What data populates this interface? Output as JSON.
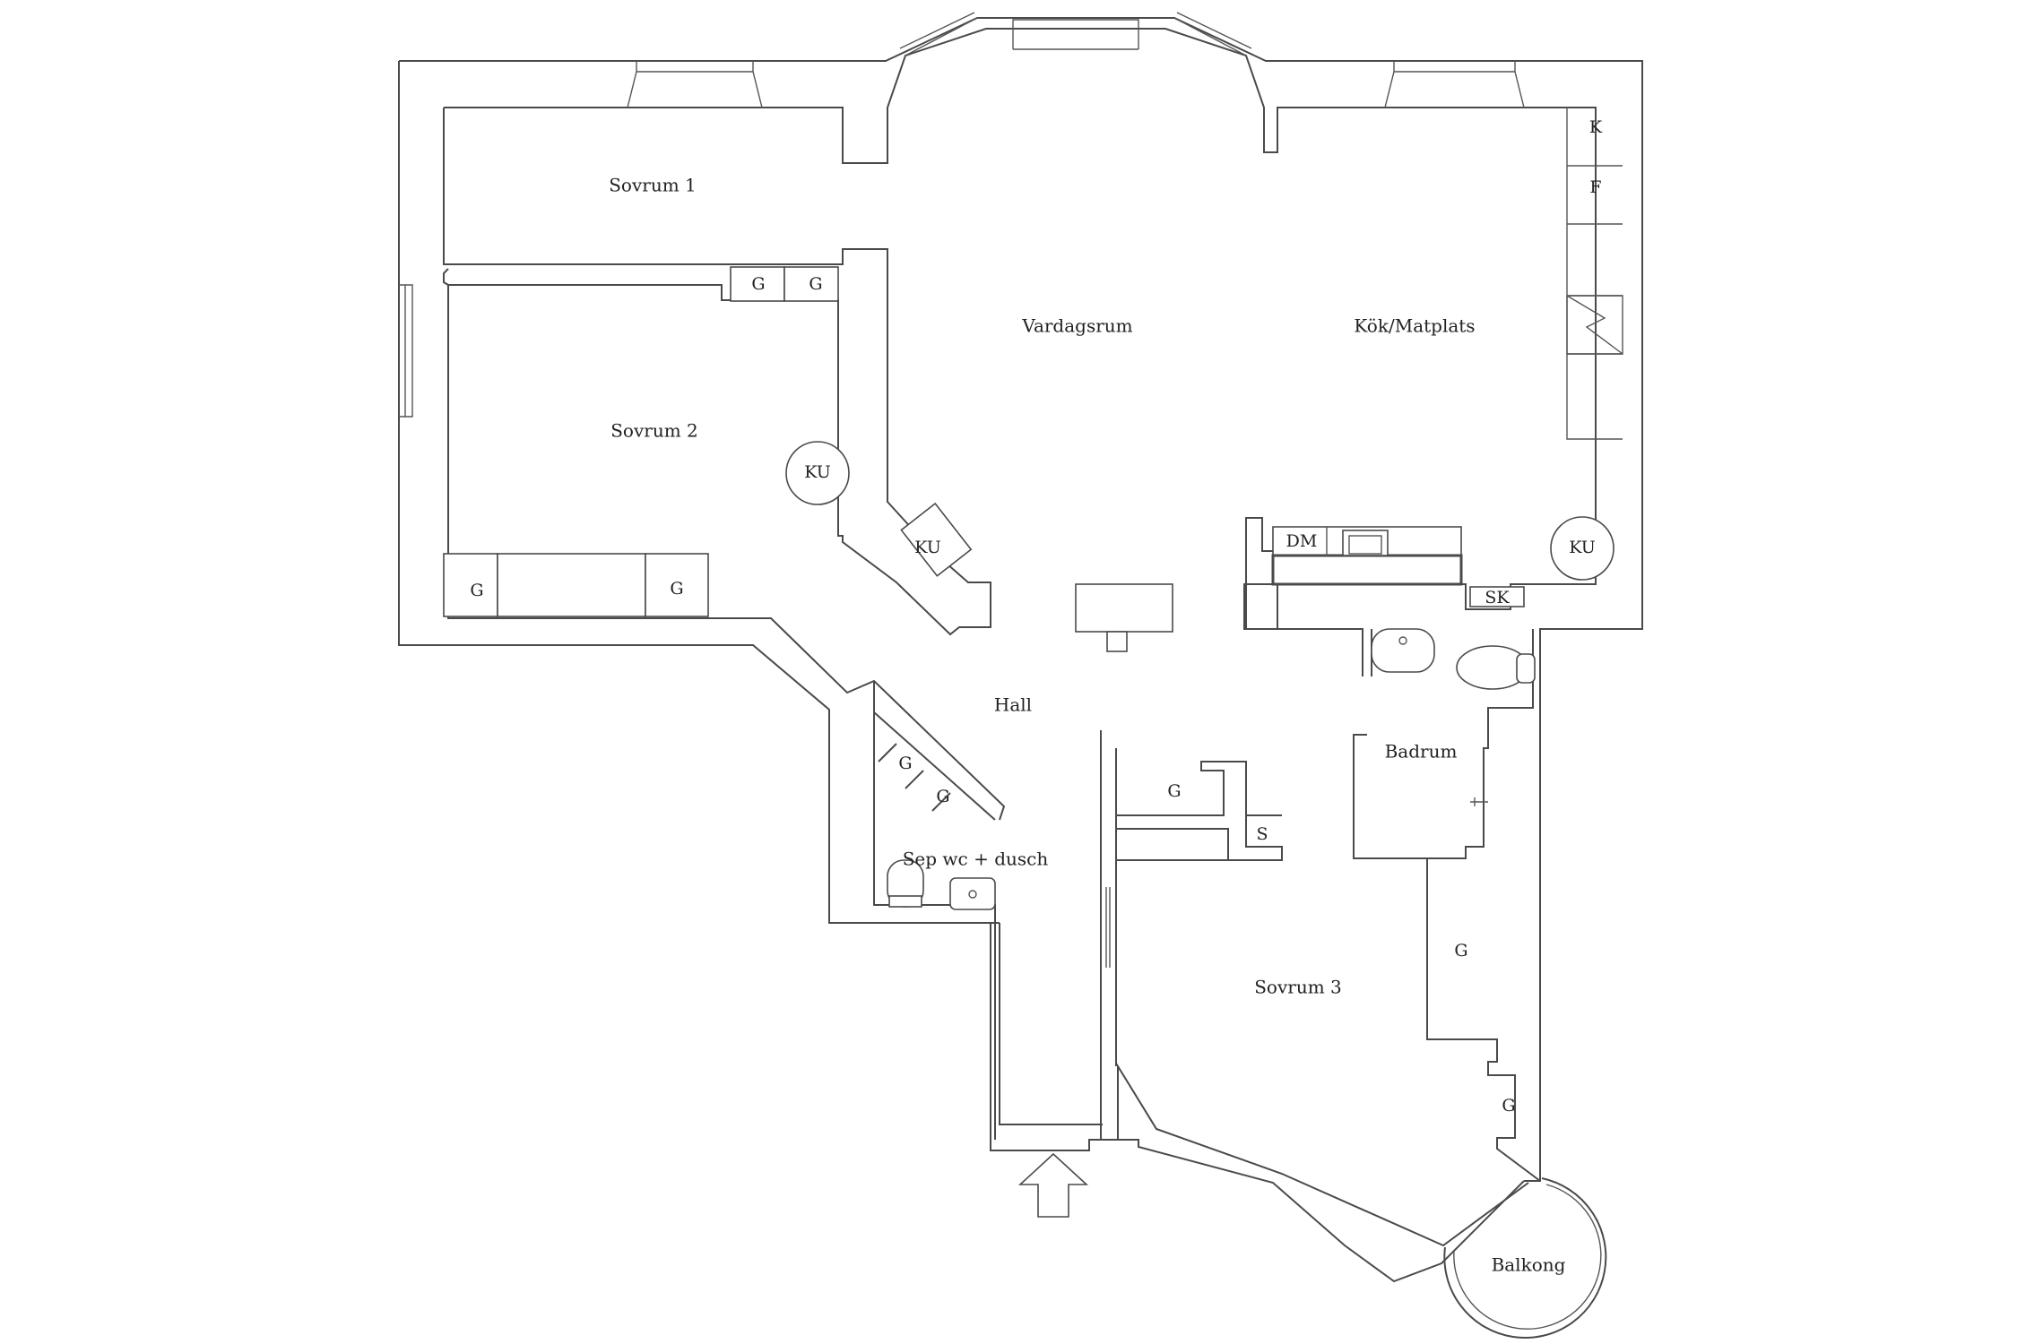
{
  "rooms": {
    "sovrum1": "Sovrum 1",
    "sovrum2": "Sovrum 2",
    "sovrum3": "Sovrum 3",
    "vardagsrum": "Vardagsrum",
    "kok": "Kök/Matplats",
    "hall": "Hall",
    "badrum": "Badrum",
    "sepwc": "Sep wc + dusch",
    "balkong": "Balkong"
  },
  "labels": {
    "g": "G",
    "ku": "KU",
    "k": "K",
    "f": "F",
    "dm": "DM",
    "sk": "SK",
    "s": "S"
  },
  "colors": {
    "line": "#4a4a4a",
    "background": "#ffffff"
  }
}
